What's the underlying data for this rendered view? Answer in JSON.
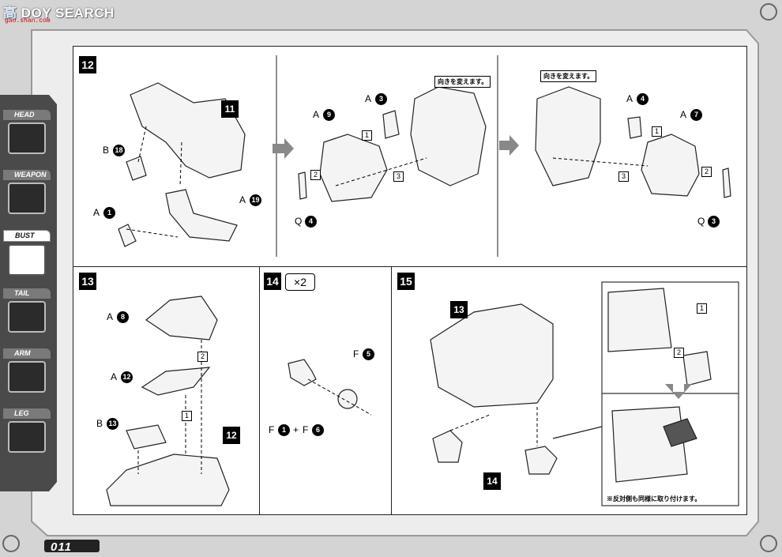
{
  "watermark": {
    "brand_cn": "高",
    "brand_en": "DOY SEARCH",
    "url": "gao.shan.com"
  },
  "sidebar": {
    "items": [
      {
        "label": "HEAD",
        "active": false
      },
      {
        "label": "WEAPON",
        "active": false
      },
      {
        "label": "BUST",
        "active": true
      },
      {
        "label": "TAIL",
        "active": false
      },
      {
        "label": "ARM",
        "active": false
      },
      {
        "label": "LEG",
        "active": false
      }
    ]
  },
  "steps": {
    "s12": {
      "num": "12"
    },
    "s13": {
      "num": "13"
    },
    "s14": {
      "num": "14",
      "multiplier": "×2"
    },
    "s15": {
      "num": "15"
    }
  },
  "step12": {
    "tag": "11",
    "labels": {
      "b18": "B",
      "a1": "A",
      "a19": "A",
      "a9": "A",
      "a3": "A",
      "q4": "Q",
      "a4": "A",
      "a7": "A",
      "q3": "Q"
    },
    "nums": {
      "b18": "18",
      "a1": "1",
      "a19": "19",
      "a9": "9",
      "a3": "3",
      "q4": "4",
      "a4": "4",
      "a7": "7",
      "q3": "3"
    },
    "order": [
      "1",
      "2",
      "3"
    ],
    "callout": "向きを変えます。"
  },
  "step13": {
    "tag": "12",
    "labels": {
      "a8": "A",
      "a12": "A",
      "b13": "B"
    },
    "nums": {
      "a8": "8",
      "a12": "12",
      "b13": "13"
    },
    "order": [
      "1",
      "2"
    ]
  },
  "step14": {
    "labels": {
      "f5": "F",
      "f1": "F",
      "plus": "+",
      "f6": "F"
    },
    "nums": {
      "f5": "5",
      "f1": "1",
      "f6": "6"
    }
  },
  "step15": {
    "tag_top": "13",
    "tag_bottom": "14",
    "order": [
      "1",
      "2"
    ],
    "note": "※反対側も同様に取り付けます。"
  },
  "page": {
    "number": "011"
  }
}
